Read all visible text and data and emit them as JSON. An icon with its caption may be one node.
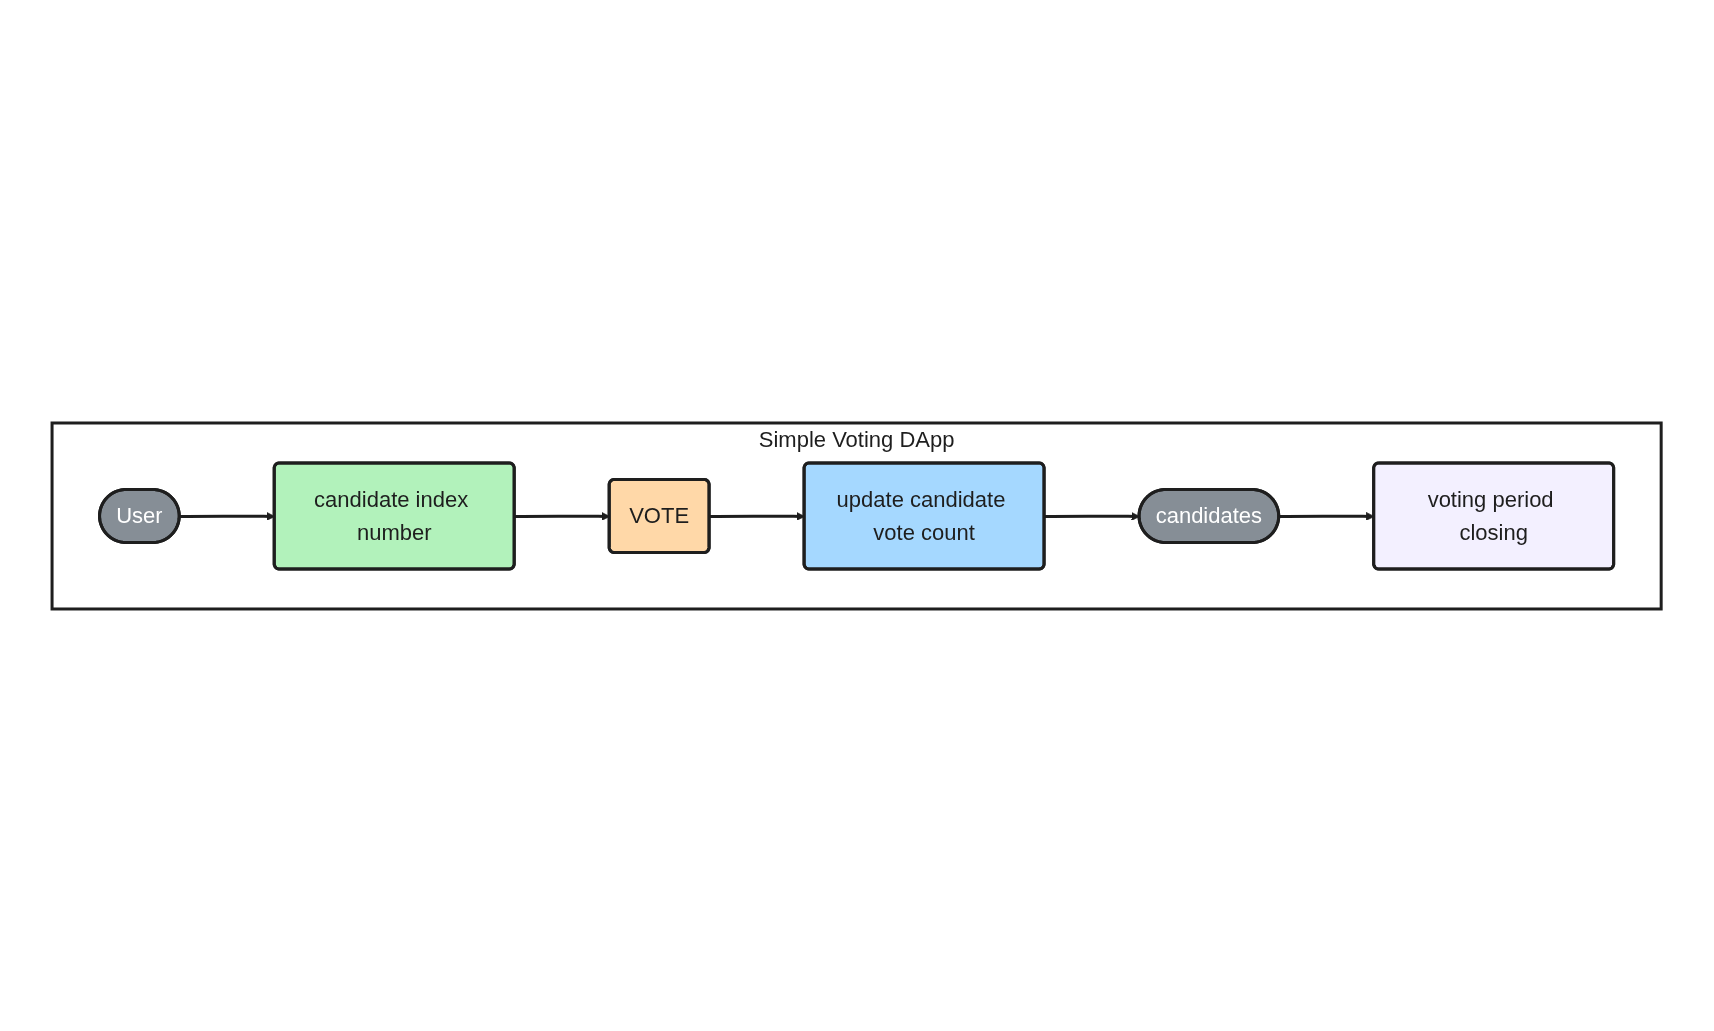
{
  "diagram": {
    "nodes": [
      {
        "text": [
          "Simple Voting DApp"
        ]
      },
      {
        "text": [
          "User"
        ],
        "in": 0
      },
      {
        "text": [
          "candidate index number"
        ],
        "in": 0
      },
      {
        "text": [
          "VOTE"
        ],
        "in": 0
      },
      {
        "text": [
          "update candidate vote count"
        ],
        "in": 0
      },
      {
        "text": [
          "candidates"
        ],
        "in": 0
      },
      {
        "text": [
          "voting period closing"
        ],
        "in": 0
      }
    ],
    "edges": [
      {
        "from": 1,
        "to": 2,
        "arrow": "to"
      },
      {
        "from": 2,
        "to": 3,
        "arrow": "to"
      },
      {
        "from": 3,
        "to": 4,
        "arrow": "to"
      },
      {
        "from": 4,
        "to": 5,
        "arrow": "to"
      },
      {
        "from": 5,
        "to": 6,
        "arrow": "to"
      }
    ]
  }
}
